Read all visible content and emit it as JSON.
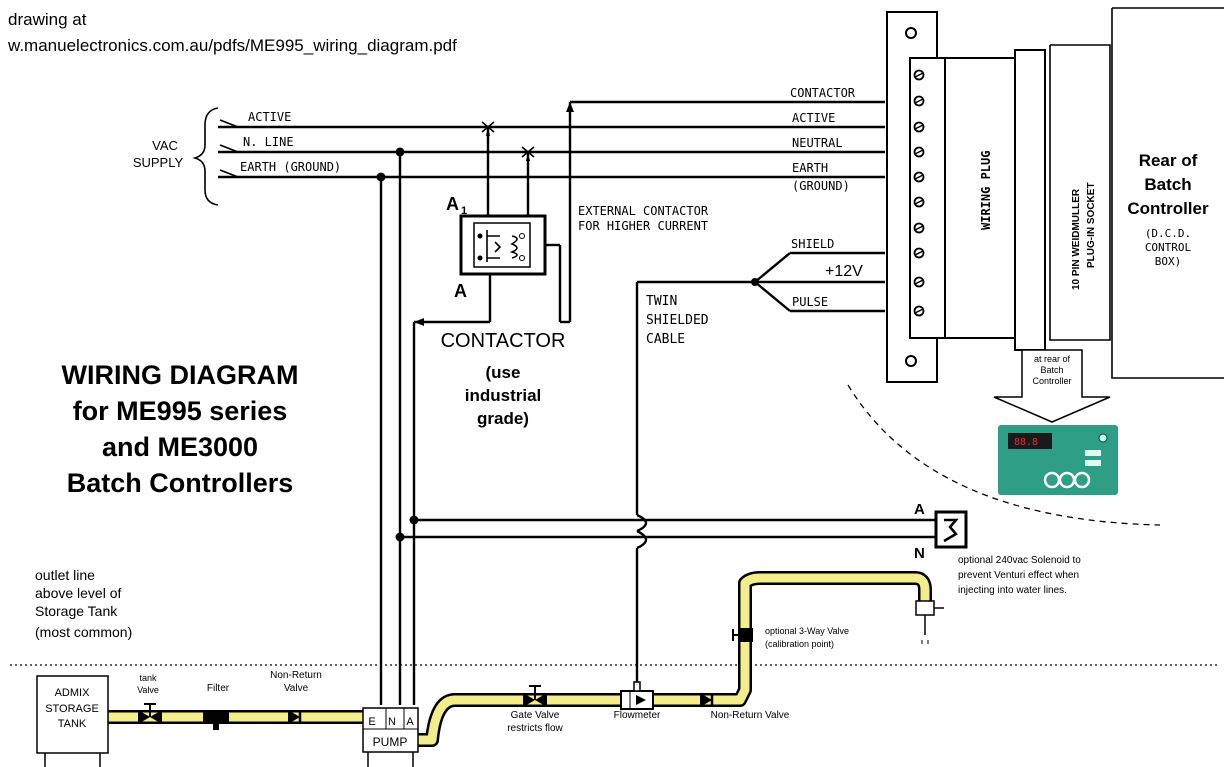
{
  "source_note": {
    "line1": "drawing at",
    "line2": "w.manuelectronics.com.au/pdfs/ME995_wiring_diagram.pdf"
  },
  "supply": {
    "group_label_1": "VAC",
    "group_label_2": "SUPPLY",
    "active": "ACTIVE",
    "n_line": "N. LINE",
    "earth": "EARTH (GROUND)"
  },
  "plug_terminals": {
    "contactor": "CONTACTOR",
    "active": "ACTIVE",
    "neutral": "NEUTRAL",
    "earth": "EARTH",
    "earth_sub": "(GROUND)",
    "shield": "SHIELD",
    "plus12v": "+12V",
    "pulse": "PULSE"
  },
  "wiring_plug_label": "WIRING PLUG",
  "socket_label": {
    "line1": "10 PIN WEIDMULLER",
    "line2": "PLUG-IN SOCKET"
  },
  "controller": {
    "line1": "Rear of",
    "line2": "Batch",
    "line3": "Controller",
    "line4": "(D.C.D.",
    "line5": "CONTROL",
    "line6": "BOX)"
  },
  "rear_callout": {
    "line1": "at rear of",
    "line2": "Batch",
    "line3": "Controller"
  },
  "external_contactor": {
    "line1": "EXTERNAL CONTACTOR",
    "line2": "FOR HIGHER CURRENT"
  },
  "contactor_labels": {
    "a1": "A",
    "a1_sub": "1",
    "a": "A",
    "title": "CONTACTOR",
    "line2": "(use",
    "line3": "industrial",
    "line4": "grade)"
  },
  "cable": {
    "line1": "TWIN",
    "line2": "SHIELDED",
    "line3": "CABLE"
  },
  "title": {
    "line1": "WIRING DIAGRAM",
    "line2": "for ME995 series",
    "line3": "and ME3000",
    "line4": "Batch Controllers"
  },
  "outlet_note": {
    "line1": "outlet line",
    "line2": "above level of",
    "line3": "Storage Tank",
    "line4": "(most common)"
  },
  "tank": {
    "line1": "ADMIX",
    "line2": "STORAGE",
    "line3": "TANK"
  },
  "components": {
    "tank_valve_1": "tank",
    "tank_valve_2": "Valve",
    "filter": "Filter",
    "nonreturn_1": "Non-Return",
    "nonreturn_2": "Valve",
    "pump": "PUMP",
    "pump_e": "E",
    "pump_n": "N",
    "pump_a": "A",
    "gate_1": "Gate Valve",
    "gate_2": "restricts flow",
    "flowmeter": "Flowmeter",
    "nonreturn_valve": "Non-Return Valve",
    "threeway_1": "optional 3-Way Valve",
    "threeway_2": "(calibration point)"
  },
  "solenoid": {
    "a": "A",
    "n": "N",
    "line1": "optional 240vac Solenoid to",
    "line2": "prevent Venturi effect when",
    "line3": "injecting into water lines."
  },
  "colors": {
    "pipe_fill": "#f4ee8a",
    "controller_panel": "#2f9e86",
    "display": "#1a1a1a",
    "led_digits": "#e23030"
  }
}
